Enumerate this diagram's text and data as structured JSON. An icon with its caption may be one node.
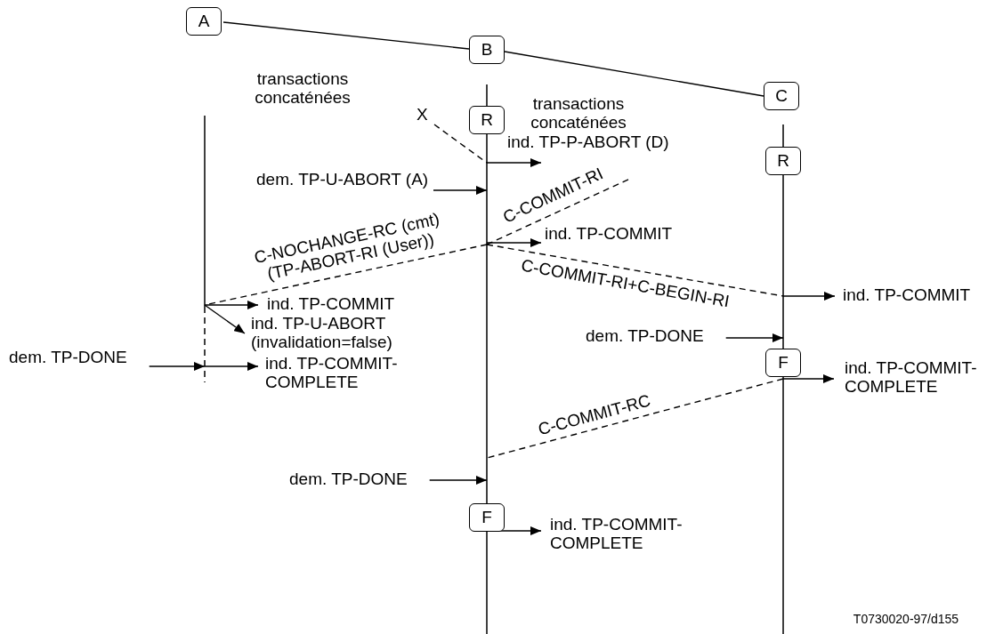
{
  "diagram": {
    "nodes": [
      {
        "text": [
          "A"
        ]
      },
      {
        "text": [
          "B"
        ]
      },
      {
        "text": [
          "C"
        ]
      },
      {
        "text": [],
        "shape": "line"
      },
      {
        "text": [],
        "shape": "line"
      },
      {
        "text": [],
        "shape": "line"
      },
      {
        "text": [
          "R"
        ]
      },
      {
        "text": [
          "R"
        ]
      },
      {
        "text": [
          "X"
        ]
      },
      {
        "text": [
          "ind. TP-P-ABORT (D)"
        ]
      },
      {
        "text": [
          "dem. TP-U-ABORT (A)"
        ]
      },
      {
        "text": [
          "ind. TP-COMMIT"
        ]
      },
      {
        "text": [
          "ind. TP-COMMIT"
        ]
      },
      {
        "text": [
          "ind. TP-COMMIT"
        ]
      },
      {
        "text": [
          "ind. TP-U-ABORT (invalidation=false)"
        ]
      },
      {
        "text": [
          "dem. TP-DONE"
        ]
      },
      {
        "text": [
          "dem. TP-DONE"
        ]
      },
      {
        "text": [
          "ind. TP-COMMIT- COMPLETE"
        ]
      },
      {
        "text": [
          "F"
        ]
      },
      {
        "text": [
          "ind. TP-COMMIT- COMPLETE"
        ]
      },
      {
        "text": [
          "dem. TP-DONE"
        ]
      },
      {
        "text": [
          "F"
        ]
      },
      {
        "text": [
          "ind. TP-COMMIT- COMPLETE"
        ]
      },
      {
        "text": [],
        "shape": "line"
      },
      {
        "text": [],
        "shape": "line"
      },
      {
        "text": [],
        "shape": "line"
      },
      {
        "text": [],
        "shape": "line"
      }
    ],
    "edges": [
      {
        "from": 0,
        "to": 1,
        "arrow": "none"
      },
      {
        "from": 1,
        "to": 2,
        "arrow": "none"
      },
      {
        "from": 8,
        "to": 4,
        "arrow": "none",
        "style": "dashed"
      },
      {
        "from": 4,
        "to": 9,
        "arrow": "to"
      },
      {
        "from": 10,
        "to": 4,
        "arrow": "to"
      },
      {
        "from": 4,
        "to": null,
        "arrow": "none",
        "style": "dashed",
        "label": "C-COMMIT-RI"
      },
      {
        "from": 4,
        "to": 11,
        "arrow": "to"
      },
      {
        "from": 4,
        "to": 3,
        "arrow": "none",
        "style": "dashed",
        "label": "C-NOCHANGE-RC (cmt) (TP-ABORT-RI (User))"
      },
      {
        "from": 4,
        "to": 5,
        "arrow": "none",
        "style": "dashed",
        "label": "C-COMMIT-RI+C-BEGIN-RI"
      },
      {
        "from": 5,
        "to": 12,
        "arrow": "to"
      },
      {
        "from": 3,
        "to": 13,
        "arrow": "to"
      },
      {
        "from": 3,
        "to": 14,
        "arrow": "to"
      },
      {
        "from": 16,
        "to": 3,
        "arrow": "to"
      },
      {
        "from": 3,
        "to": 17,
        "arrow": "to"
      },
      {
        "from": 15,
        "to": 5,
        "arrow": "to"
      },
      {
        "from": 26,
        "to": 19,
        "arrow": "to"
      },
      {
        "from": 26,
        "to": 4,
        "arrow": "none",
        "style": "dashed",
        "label": "C-COMMIT-RC"
      },
      {
        "from": 20,
        "to": 4,
        "arrow": "to"
      },
      {
        "from": 24,
        "to": 22,
        "arrow": "to"
      }
    ],
    "labels": [
      "transactions concaténées",
      "transactions concaténées",
      "T0730020-97/d155"
    ]
  }
}
